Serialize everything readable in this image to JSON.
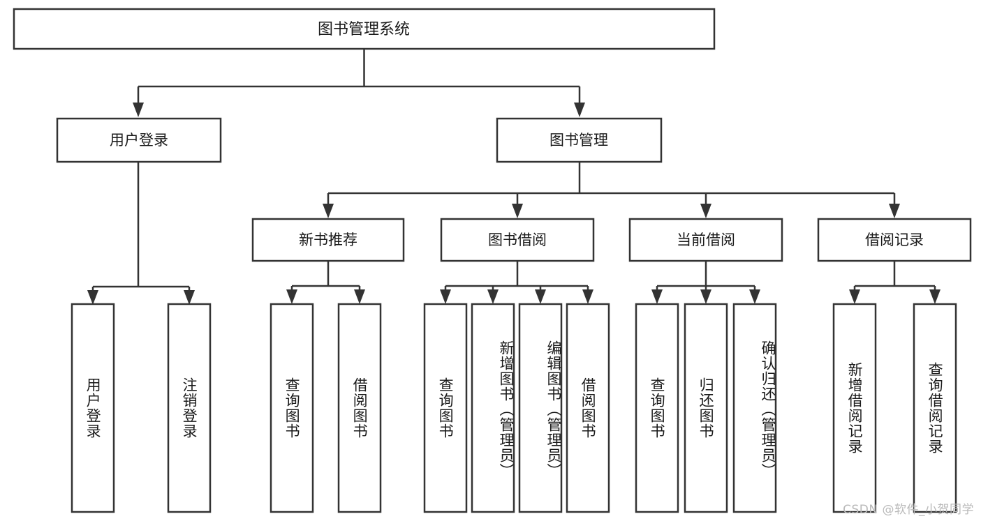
{
  "diagram": {
    "title": "图书管理系统",
    "watermark": "CSDN @软件_小贺同学",
    "type": "tree-hierarchy",
    "root": {
      "id": "root",
      "label": "图书管理系统",
      "orientation": "horizontal"
    },
    "level2": [
      {
        "id": "user-login",
        "label": "用户登录",
        "orientation": "horizontal"
      },
      {
        "id": "book-manage",
        "label": "图书管理",
        "orientation": "horizontal"
      }
    ],
    "level3": [
      {
        "id": "new-book-recommend",
        "label": "新书推荐",
        "parent": "book-manage",
        "orientation": "horizontal"
      },
      {
        "id": "book-borrow",
        "label": "图书借阅",
        "parent": "book-manage",
        "orientation": "horizontal"
      },
      {
        "id": "current-borrow",
        "label": "当前借阅",
        "parent": "book-manage",
        "orientation": "horizontal"
      },
      {
        "id": "borrow-record",
        "label": "借阅记录",
        "parent": "book-manage",
        "orientation": "horizontal"
      }
    ],
    "leaves": [
      {
        "id": "leaf-user-login",
        "label": "用户登录",
        "parent": "user-login",
        "orientation": "vertical"
      },
      {
        "id": "leaf-logout",
        "label": "注销登录",
        "parent": "user-login",
        "orientation": "vertical"
      },
      {
        "id": "leaf-query-book-1",
        "label": "查询图书",
        "parent": "new-book-recommend",
        "orientation": "vertical"
      },
      {
        "id": "leaf-borrow-book-1",
        "label": "借阅图书",
        "parent": "new-book-recommend",
        "orientation": "vertical"
      },
      {
        "id": "leaf-query-book-2",
        "label": "查询图书",
        "parent": "book-borrow",
        "orientation": "vertical"
      },
      {
        "id": "leaf-add-book",
        "label": "新增图书（管理员）",
        "parent": "book-borrow",
        "orientation": "vertical"
      },
      {
        "id": "leaf-edit-book",
        "label": "编辑图书（管理员）",
        "parent": "book-borrow",
        "orientation": "vertical"
      },
      {
        "id": "leaf-borrow-book-2",
        "label": "借阅图书",
        "parent": "book-borrow",
        "orientation": "vertical"
      },
      {
        "id": "leaf-query-book-3",
        "label": "查询图书",
        "parent": "current-borrow",
        "orientation": "vertical"
      },
      {
        "id": "leaf-return-book",
        "label": "归还图书",
        "parent": "current-borrow",
        "orientation": "vertical"
      },
      {
        "id": "leaf-confirm-return",
        "label": "确认归还（管理员）",
        "parent": "current-borrow",
        "orientation": "vertical"
      },
      {
        "id": "leaf-add-record",
        "label": "新增借阅记录",
        "parent": "borrow-record",
        "orientation": "vertical"
      },
      {
        "id": "leaf-query-record",
        "label": "查询借阅记录",
        "parent": "borrow-record",
        "orientation": "vertical"
      }
    ],
    "colors": {
      "stroke": "#333333",
      "box_fill": "#ffffff",
      "text": "#1a1a1a",
      "background": "#ffffff",
      "watermark": "#b9b9b9"
    }
  }
}
